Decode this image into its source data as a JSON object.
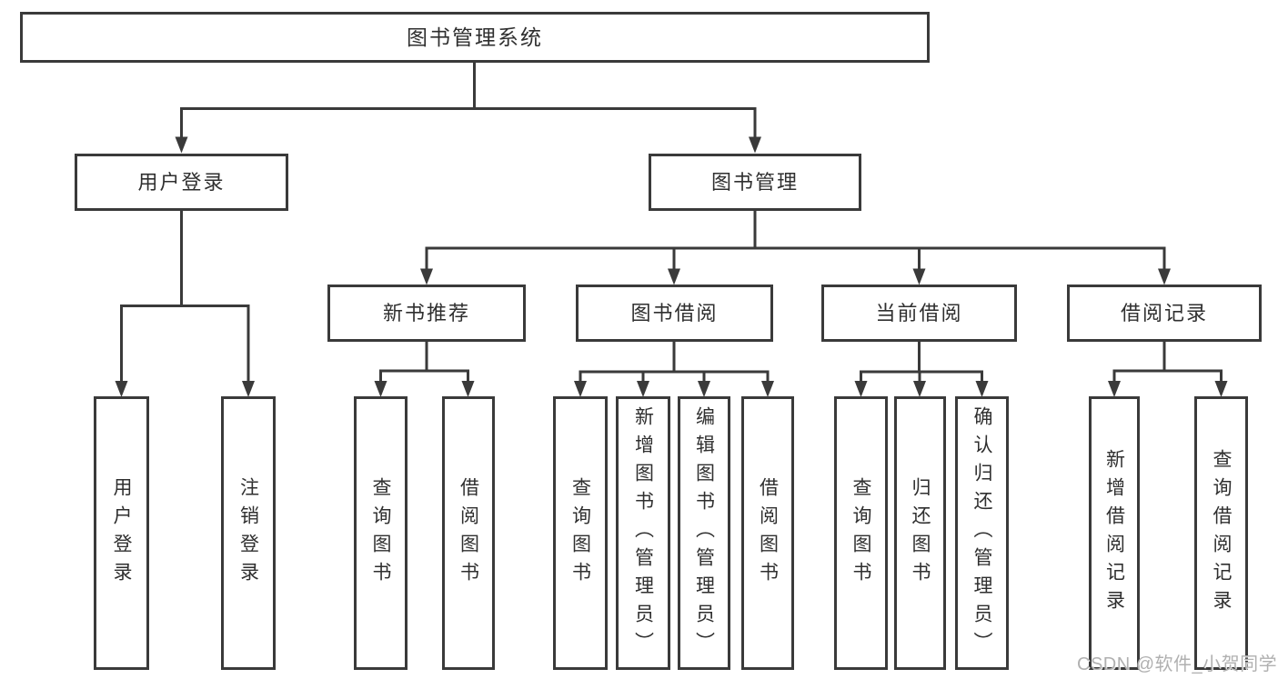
{
  "diagram": {
    "type": "hierarchy-tree",
    "root": {
      "label": "图书管理系统",
      "children": [
        {
          "label": "用户登录",
          "children": [
            {
              "label": "用户登录"
            },
            {
              "label": "注销登录"
            }
          ]
        },
        {
          "label": "图书管理",
          "children": [
            {
              "label": "新书推荐",
              "children": [
                {
                  "label": "查询图书"
                },
                {
                  "label": "借阅图书"
                }
              ]
            },
            {
              "label": "图书借阅",
              "children": [
                {
                  "label": "查询图书"
                },
                {
                  "label": "新增图书（管理员）"
                },
                {
                  "label": "编辑图书（管理员）"
                },
                {
                  "label": "借阅图书"
                }
              ]
            },
            {
              "label": "当前借阅",
              "children": [
                {
                  "label": "查询图书"
                },
                {
                  "label": "归还图书"
                },
                {
                  "label": "确认归还（管理员）"
                }
              ]
            },
            {
              "label": "借阅记录",
              "children": [
                {
                  "label": "新增借阅记录"
                },
                {
                  "label": "查询借阅记录"
                }
              ]
            }
          ]
        }
      ]
    }
  },
  "watermark": {
    "text": "CSDN @软件_小贺同学",
    "color": "#b0b0b0"
  },
  "colors": {
    "line": "#3a3a3a",
    "box_border": "#3a3a3a",
    "box_fill": "#ffffff",
    "text": "#2f2f2f",
    "background": "#ffffff"
  }
}
